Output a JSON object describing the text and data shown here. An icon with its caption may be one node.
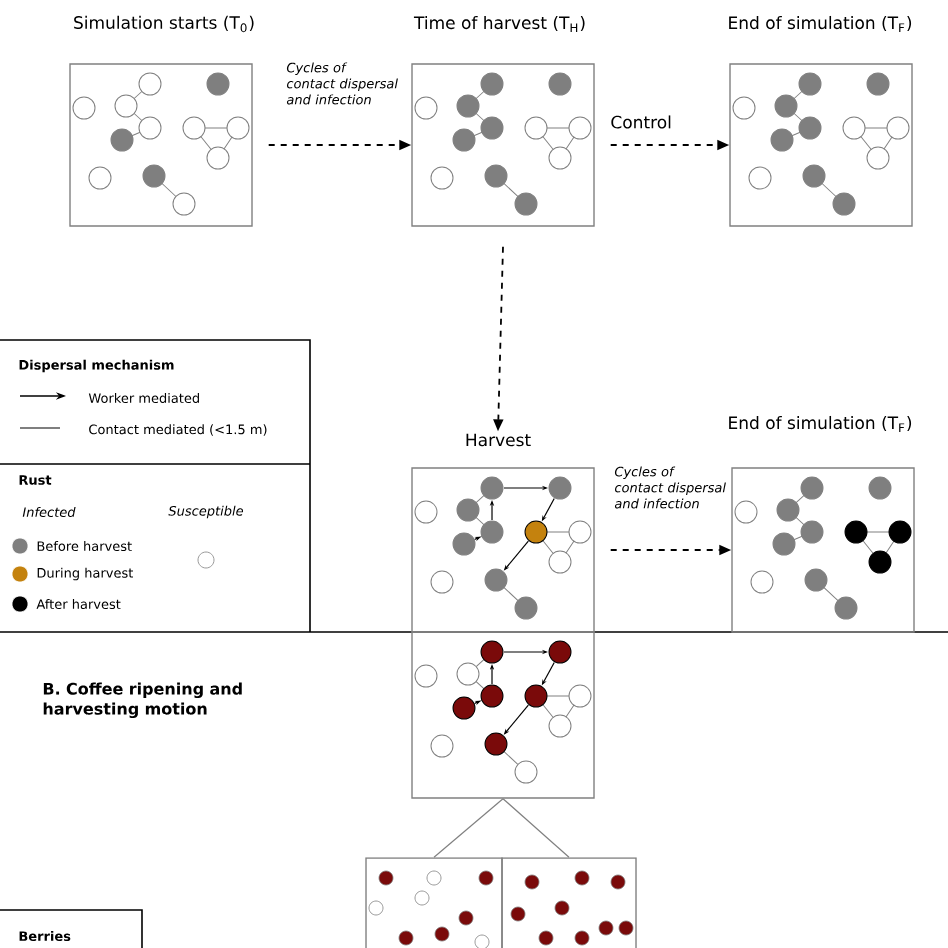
{
  "diagram": {
    "nodes": [
      {
        "text": [
          "Simulation starts (T$_{0}$)"
        ]
      },
      {
        "text": [
          "Time of harvest (T$_{H}$)"
        ]
      },
      {
        "text": [
          "End of simulation (T$_{F}$)"
        ]
      },
      {
        "text": [
          "Harvest"
        ]
      },
      {
        "text": [
          "End of simulation (T$_{F}$)"
        ]
      },
      {
        "text": [],
        "shape": "box"
      },
      {
        "text": [],
        "shape": "box"
      },
      {
        "text": [],
        "shape": "box"
      }
    ],
    "edges": [
      {
        "from": 0,
        "to": 1,
        "arrow": "to",
        "style": "dashed",
        "label": "Cycles of contact dispersal and infection"
      },
      {
        "from": 1,
        "to": 2,
        "arrow": "to",
        "style": "dashed",
        "label": "Control"
      },
      {
        "from": 1,
        "to": 3,
        "arrow": "to",
        "style": "dashed"
      },
      {
        "from": 3,
        "to": 4,
        "arrow": "to",
        "style": "dashed",
        "label": "Cycles of contact dispersal and infection"
      },
      {
        "from": 5,
        "to": 6,
        "arrow": "none",
        "color": "#808080"
      },
      {
        "from": 5,
        "to": 7,
        "arrow": "none",
        "color": "#808080"
      }
    ],
    "labels": [
      "Dispersal mechanism",
      "Rust",
      "Infected",
      "B. Coffee ripening and harvesting motion",
      "Berries"
    ],
    "legend": [
      {
        "text": "Worker mediated"
      },
      {
        "text": "Contact mediated (<1.5 m)"
      },
      {
        "text": "Susceptible"
      },
      {
        "text": "Before harvest",
        "color": "#7f7f7f"
      },
      {
        "text": "During harvest",
        "color": "#c4820e"
      },
      {
        "text": "After harvest",
        "color": "#000000"
      }
    ]
  }
}
